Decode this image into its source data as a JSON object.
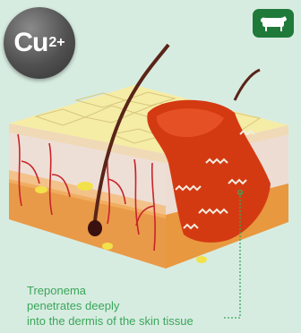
{
  "badge": {
    "base": "Cu",
    "charge": "2+"
  },
  "icons": {
    "badge_tag": "cow-icon"
  },
  "colors": {
    "background": "#d7ece1",
    "badge": "#505050",
    "cow_tag": "#1f7a3a",
    "caption": "#3aa65a",
    "lesion": "#d43a12",
    "epidermis": "#f5eca6"
  },
  "caption": {
    "line1": "Treponema",
    "line2": "penetrates deeply",
    "line3": "into the dermis of the skin tissue"
  }
}
